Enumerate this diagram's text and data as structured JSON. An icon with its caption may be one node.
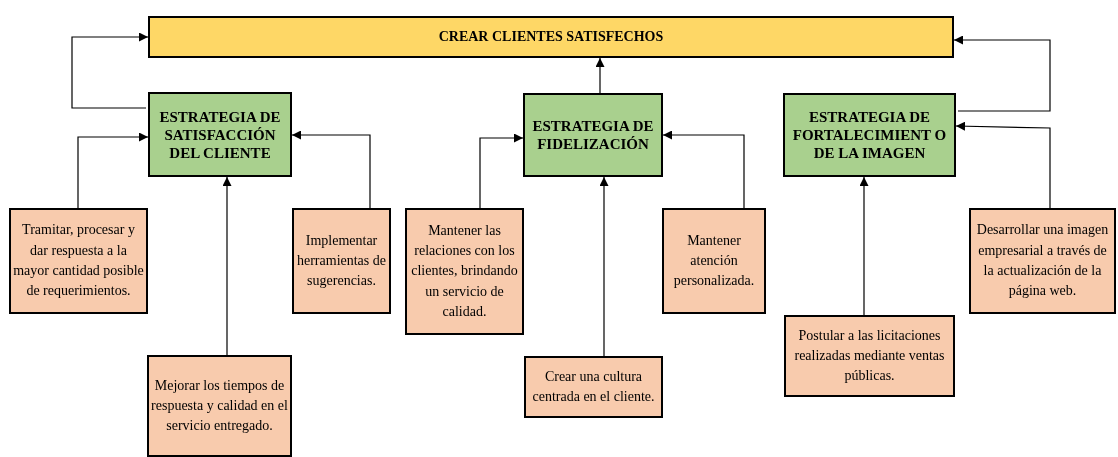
{
  "diagram": {
    "nodes": [
      {
        "text": [
          "CREAR CLIENTES SATISFECHOS"
        ]
      },
      {
        "text": [
          "ESTRATEGIA DE SATISFACCIÓN DEL CLIENTE"
        ]
      },
      {
        "text": [
          "ESTRATEGIA DE FIDELIZACIÓN"
        ]
      },
      {
        "text": [
          "ESTRATEGIA DE FORTALECIMIENT O DE LA IMAGEN"
        ]
      },
      {
        "text": [
          "Tramitar, procesar y dar respuesta a la mayor cantidad posible de requerimientos."
        ]
      },
      {
        "text": [
          "Mejorar los tiempos de respuesta y calidad en el servicio entregado."
        ]
      },
      {
        "text": [
          "Implementar herramientas de sugerencias."
        ]
      },
      {
        "text": [
          "Mantener las relaciones con los clientes, brindando un servicio de calidad."
        ]
      },
      {
        "text": [
          "Crear una cultura centrada en el cliente."
        ]
      },
      {
        "text": [
          "Mantener atención personalizada."
        ]
      },
      {
        "text": [
          "Postular a las licitaciones realizadas mediante ventas públicas."
        ]
      },
      {
        "text": [
          "Desarrollar una imagen empresarial a través de la actualización de la página web."
        ]
      }
    ],
    "edges": [
      {
        "from": 1,
        "to": 0,
        "arrow": "to"
      },
      {
        "from": 2,
        "to": 0,
        "arrow": "to"
      },
      {
        "from": 3,
        "to": 0,
        "arrow": "to"
      },
      {
        "from": 4,
        "to": 1,
        "arrow": "to"
      },
      {
        "from": 5,
        "to": 1,
        "arrow": "to"
      },
      {
        "from": 6,
        "to": 1,
        "arrow": "to"
      },
      {
        "from": 7,
        "to": 2,
        "arrow": "to"
      },
      {
        "from": 8,
        "to": 2,
        "arrow": "to"
      },
      {
        "from": 9,
        "to": 2,
        "arrow": "to"
      },
      {
        "from": 10,
        "to": 3,
        "arrow": "to"
      },
      {
        "from": 11,
        "to": 3,
        "arrow": "to"
      }
    ]
  }
}
